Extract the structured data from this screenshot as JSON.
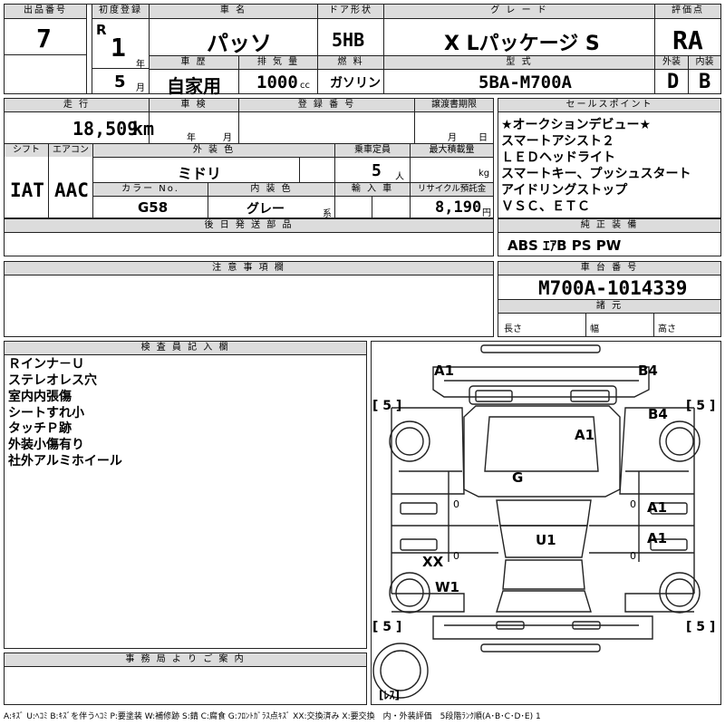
{
  "header": {
    "lot_label": "出品番号",
    "lot_value": "7",
    "reg_label": "初度登録",
    "era": "R",
    "reg_year": "1",
    "year_unit": "年",
    "reg_month": "5",
    "month_unit": "月",
    "name_label": "車 名",
    "name_value": "パッソ",
    "history_label": "車 歴",
    "history_value": "自家用",
    "displacement_label": "排 気 量",
    "displacement_value": "1000",
    "displacement_unit": "cc",
    "door_label": "ドア形状",
    "door_value": "5HB",
    "fuel_label": "燃 料",
    "fuel_value": "ガソリン",
    "grade_label": "グ レ ー ド",
    "grade_value": "X Lパッケージ S",
    "model_label": "型 式",
    "model_value": "5BA-M700A",
    "score_label": "評価点",
    "score_value": "RA",
    "exterior_label": "外装",
    "exterior_value": "D",
    "interior_label": "内装",
    "interior_value": "B"
  },
  "row2": {
    "mileage_label": "走 行",
    "mileage_value": "18,509",
    "mileage_unit": "km",
    "inspection_label": "車 検",
    "inspection_year_unit": "年",
    "inspection_month_unit": "月",
    "plate_label": "登 録 番 号",
    "transfer_label": "譲渡書期限",
    "transfer_month_unit": "月",
    "transfer_day_unit": "日",
    "shift_label": "シフト",
    "shift_value": "IAT",
    "ac_label": "エアコン",
    "ac_value": "AAC",
    "color_label": "外 装 色",
    "color_value": "ミドリ",
    "capacity_label": "乗車定員",
    "capacity_value": "5",
    "capacity_unit": "人",
    "load_label": "最大積載量",
    "load_unit": "kg",
    "colorno_label": "カラー No.",
    "colorno_value": "G58",
    "int_color_label": "内 装 色",
    "int_color_value": "グレー",
    "int_color_suffix": "系",
    "import_label": "輸 入 車",
    "recycle_label": "リサイクル預託金",
    "recycle_value": "8,190",
    "recycle_unit": "円",
    "later_parts_label": "後 日 発 送 部 品"
  },
  "sales_points": {
    "label": "セールスポイント",
    "items": [
      "★オークションデビュー★",
      "スマートアシスト２",
      "ＬＥＤヘッドライト",
      "スマートキー、プッシュスタート",
      "アイドリングストップ",
      "ＶＳＣ、ＥＴＣ"
    ]
  },
  "equipment": {
    "label": "純 正 装 備",
    "value": "ABS ｴｱB PS PW"
  },
  "notes": {
    "label": "注 意 事 項 欄"
  },
  "chassis": {
    "label": "車 台 番 号",
    "value": "M700A-1014339",
    "dims_label": "諸 元",
    "length_label": "長さ",
    "width_label": "幅",
    "height_label": "高さ"
  },
  "inspector": {
    "label": "検 査 員 記 入 欄",
    "items": [
      "Ｒインナ－Ｕ",
      "ステレオレス穴",
      "室内内張傷",
      "シートすれ小",
      "タッチＰ跡",
      "外装小傷有り",
      "社外アルミホイール"
    ]
  },
  "office": {
    "label": "事 務 局 よ り ご 案 内"
  },
  "diagram": {
    "marks": [
      "A1",
      "B4",
      "B4",
      "A1",
      "G",
      "A1",
      "A1",
      "U1",
      "XX",
      "W1"
    ],
    "tires": [
      "[ 5 ]",
      "[ 5 ]",
      "[ 5 ]",
      "[ 5 ]",
      "[ﾚｽ]"
    ],
    "zeros": [
      "0",
      "0",
      "0",
      "0"
    ]
  },
  "legend": "A:ｷｽﾞ U:ﾍｺﾐ B:ｷｽﾞを伴うﾍｺﾐ P:要塗装 W:補修跡 S:錆 C:腐食 G:ﾌﾛﾝﾄｶﾞﾗｽ点ｷｽﾞ XX:交換済み X:要交換　内・外装評価　5段階ﾗﾝｸ順(A･B･C･D･E) 1"
}
